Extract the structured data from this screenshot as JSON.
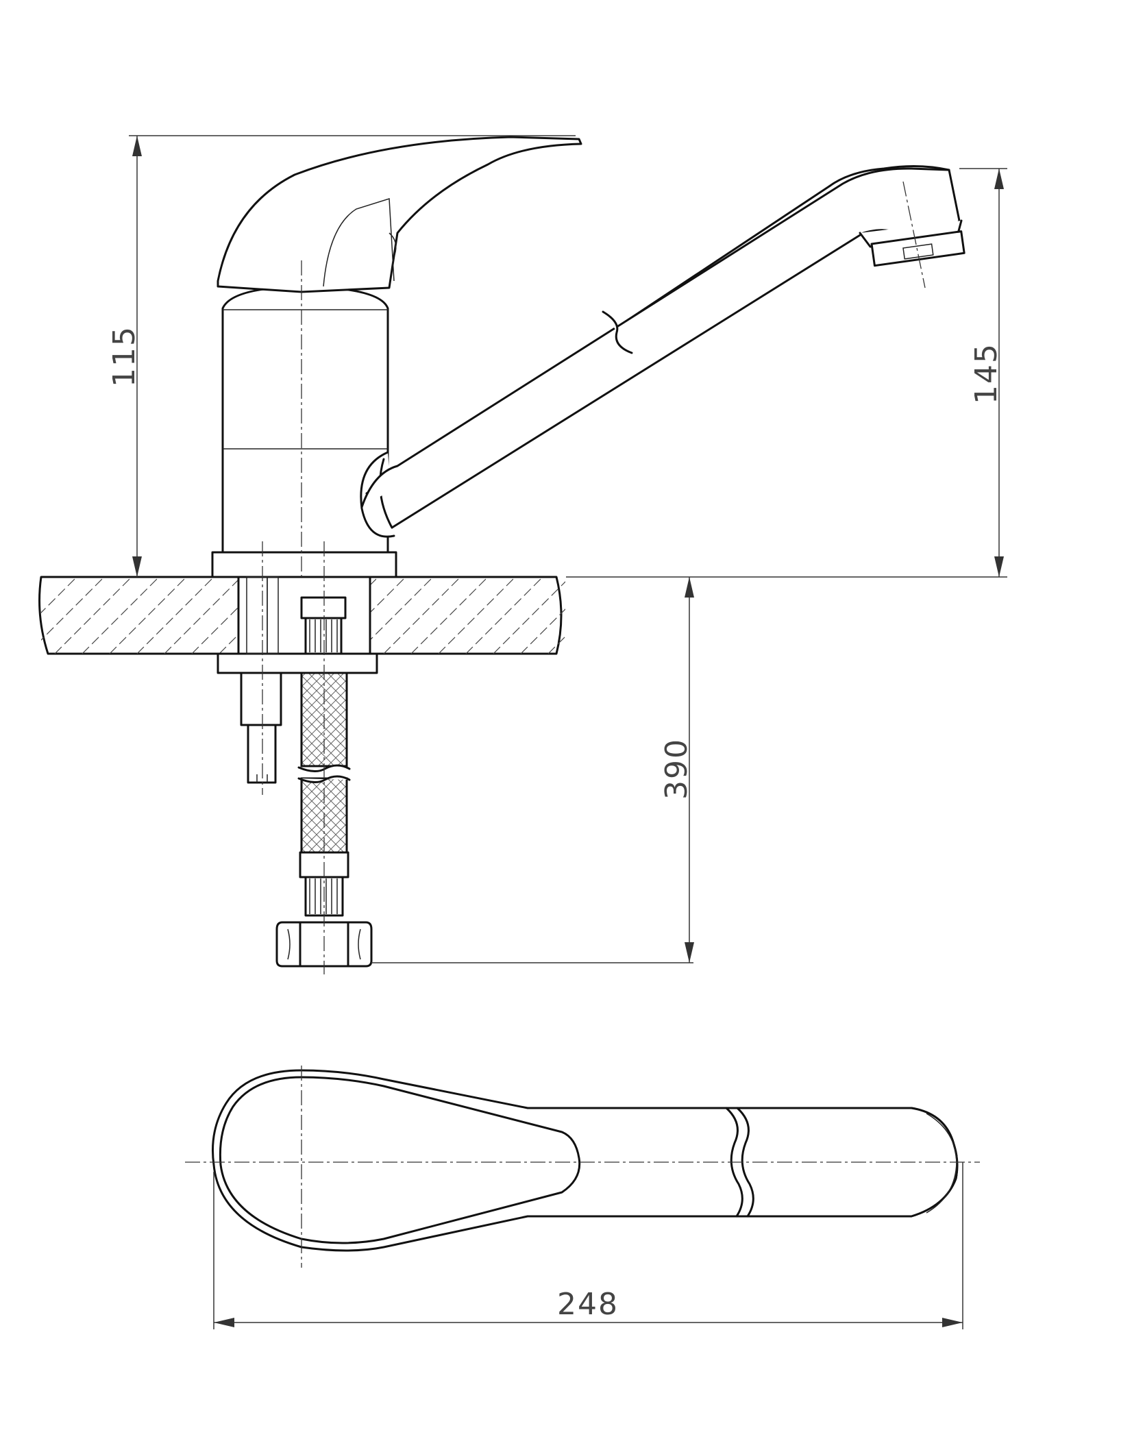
{
  "dimensions": {
    "body_height": "115",
    "spout_height": "145",
    "hose_length": "390",
    "overall_length": "248"
  },
  "colors": {
    "line": "#111111",
    "dimension": "#444444",
    "background": "#ffffff"
  }
}
